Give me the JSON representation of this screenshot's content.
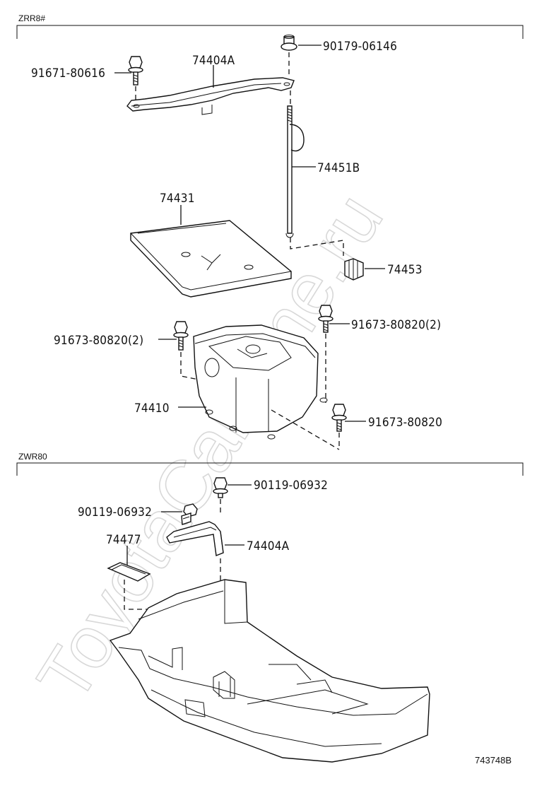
{
  "sections": [
    {
      "id": "zrr8",
      "label": "ZRR8#"
    },
    {
      "id": "zwr80",
      "label": "ZWR80"
    }
  ],
  "parts": {
    "p_90179_06146": "90179-06146",
    "p_91671_80616": "91671-80616",
    "p_74404A_top": "74404A",
    "p_74451B": "74451B",
    "p_74431": "74431",
    "p_74453": "74453",
    "p_91673_80820_2_left": "91673-80820(2)",
    "p_91673_80820_2_right": "91673-80820(2)",
    "p_74410": "74410",
    "p_91673_80820": "91673-80820",
    "p_90119_06932_top": "90119-06932",
    "p_90119_06932_left": "90119-06932",
    "p_74477": "74477",
    "p_74404A_bottom": "74404A"
  },
  "figure_number": "743748B",
  "watermark": "ToyotaCarMine.ru"
}
